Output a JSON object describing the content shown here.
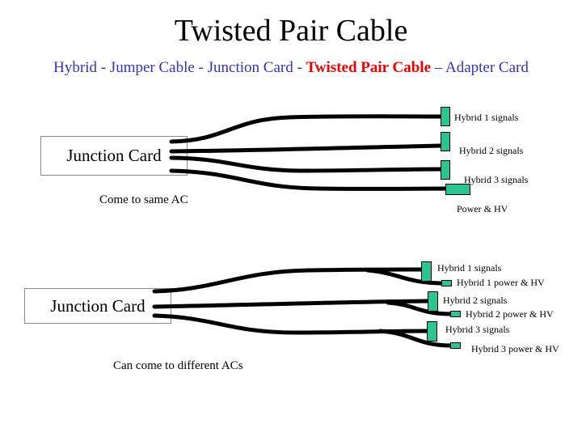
{
  "title": "Twisted Pair Cable",
  "subtitle": {
    "part1": "Hybrid - Jumper Cable  - Junction Card - ",
    "highlight": "Twisted Pair Cable",
    "part2": " – Adapter Card"
  },
  "colors": {
    "subtitle_blue": "#3333bb",
    "highlight_red": "#ee0000",
    "connector_green": "#2ec48f",
    "cable_black": "#000000",
    "box_border_gray": "#8a8a8a"
  },
  "diagram_top": {
    "box_label": "Junction Card",
    "caption": "Come to same AC",
    "labels": {
      "hybrid1": "Hybrid 1 signals",
      "hybrid2": "Hybrid 2 signals",
      "hybrid3": "Hybrid 3 signals",
      "power": "Power & HV"
    }
  },
  "diagram_bottom": {
    "box_label": "Junction Card",
    "caption": "Can come to different ACs",
    "labels": {
      "hybrid1": "Hybrid 1 signals",
      "hybrid1p": "Hybrid 1 power & HV",
      "hybrid2": "Hybrid 2 signals",
      "hybrid2p": "Hybrid 2 power & HV",
      "hybrid3": "Hybrid 3 signals",
      "hybrid3p": "Hybrid 3 power & HV"
    }
  }
}
